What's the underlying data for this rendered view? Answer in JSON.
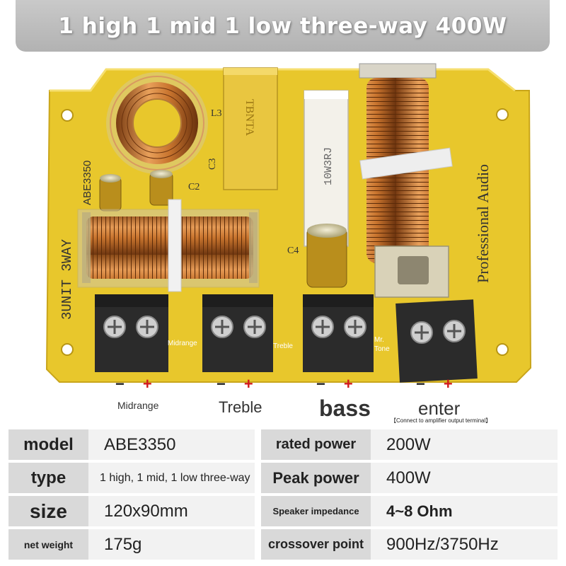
{
  "banner": {
    "title": "1 high 1 mid 1 low three-way 400W"
  },
  "board": {
    "part_model": "ABE3350",
    "unit_mark": "3UNIT 3WAY",
    "brand_mark": "Professional Audio",
    "cap_label": "TBNTA",
    "resistor_label": "10W3RJ",
    "refs": {
      "l3": "L3",
      "c3": "C3",
      "c2": "C2",
      "c4": "C4"
    },
    "callouts": {
      "midrange": "Midrange",
      "treble": "Treble",
      "brand": "Mr. Tone"
    }
  },
  "terminals": [
    {
      "minus": "−",
      "plus": "+",
      "label": "Midrange"
    },
    {
      "minus": "−",
      "plus": "+",
      "label": "Treble"
    },
    {
      "minus": "−",
      "plus": "+",
      "label": "bass"
    },
    {
      "minus": "−",
      "plus": "+",
      "label": "enter"
    }
  ],
  "terminal_note": "【Connect to amplifier output terminal】",
  "colors": {
    "pcb": "#e8c72c",
    "copper": "#c8742e",
    "banner": "#bdbdbd",
    "key_bg": "#d9d9d9",
    "value_bg": "#f2f2f2",
    "plus": "#d11a1a"
  },
  "specs": [
    {
      "key": "model",
      "value": "ABE3350",
      "key2": "rated power",
      "value2": "200W"
    },
    {
      "key": "type",
      "value": "1 high, 1 mid, 1 low three-way",
      "key2": "Peak power",
      "value2": "400W"
    },
    {
      "key": "size",
      "value": "120x90mm",
      "key2": "Speaker impedance",
      "value2": "4~8 Ohm"
    },
    {
      "key": "net weight",
      "value": "175g",
      "key2": "crossover point",
      "value2": "900Hz/3750Hz"
    }
  ]
}
